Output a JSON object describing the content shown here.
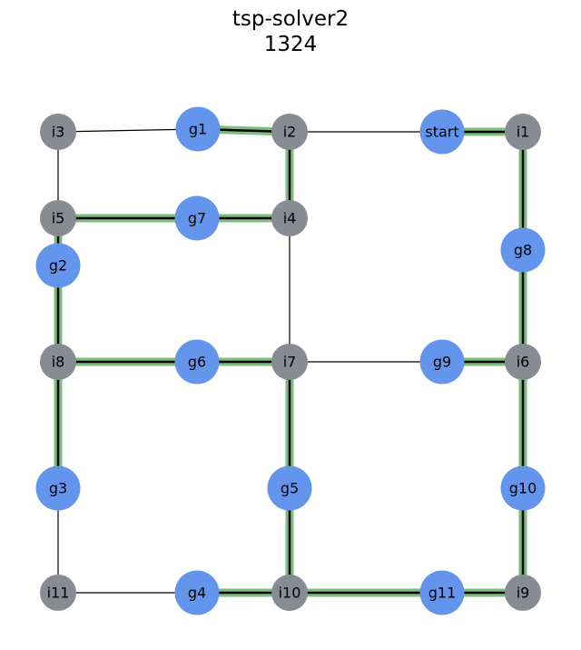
{
  "title": "tsp-solver2",
  "subtitle": "1324",
  "colors": {
    "goal_node": "#6495ED",
    "waypoint_node": "#868B94",
    "route_highlight": "#7CBE7C",
    "edge": "#000000"
  },
  "nodes": [
    {
      "id": "start",
      "label": "start",
      "kind": "goal"
    },
    {
      "id": "i1",
      "label": "i1",
      "kind": "waypoint"
    },
    {
      "id": "i2",
      "label": "i2",
      "kind": "waypoint"
    },
    {
      "id": "i3",
      "label": "i3",
      "kind": "waypoint"
    },
    {
      "id": "i4",
      "label": "i4",
      "kind": "waypoint"
    },
    {
      "id": "i5",
      "label": "i5",
      "kind": "waypoint"
    },
    {
      "id": "i6",
      "label": "i6",
      "kind": "waypoint"
    },
    {
      "id": "i7",
      "label": "i7",
      "kind": "waypoint"
    },
    {
      "id": "i8",
      "label": "i8",
      "kind": "waypoint"
    },
    {
      "id": "i9",
      "label": "i9",
      "kind": "waypoint"
    },
    {
      "id": "i10",
      "label": "i10",
      "kind": "waypoint"
    },
    {
      "id": "i11",
      "label": "i11",
      "kind": "waypoint"
    },
    {
      "id": "g1",
      "label": "g1",
      "kind": "goal"
    },
    {
      "id": "g2",
      "label": "g2",
      "kind": "goal"
    },
    {
      "id": "g3",
      "label": "g3",
      "kind": "goal"
    },
    {
      "id": "g4",
      "label": "g4",
      "kind": "goal"
    },
    {
      "id": "g5",
      "label": "g5",
      "kind": "goal"
    },
    {
      "id": "g6",
      "label": "g6",
      "kind": "goal"
    },
    {
      "id": "g7",
      "label": "g7",
      "kind": "goal"
    },
    {
      "id": "g8",
      "label": "g8",
      "kind": "goal"
    },
    {
      "id": "g9",
      "label": "g9",
      "kind": "goal"
    },
    {
      "id": "g10",
      "label": "g10",
      "kind": "goal"
    },
    {
      "id": "g11",
      "label": "g11",
      "kind": "goal"
    }
  ],
  "edges": [
    {
      "from": "i3",
      "to": "g1",
      "route": false
    },
    {
      "from": "g1",
      "to": "i2",
      "route": true
    },
    {
      "from": "i2",
      "to": "start",
      "route": false
    },
    {
      "from": "start",
      "to": "i1",
      "route": true
    },
    {
      "from": "i3",
      "to": "i5",
      "route": false
    },
    {
      "from": "i2",
      "to": "i4",
      "route": true
    },
    {
      "from": "i1",
      "to": "g8",
      "route": true
    },
    {
      "from": "i5",
      "to": "g7",
      "route": true
    },
    {
      "from": "g7",
      "to": "i4",
      "route": true
    },
    {
      "from": "i5",
      "to": "g2",
      "route": true
    },
    {
      "from": "g2",
      "to": "i8",
      "route": true
    },
    {
      "from": "i4",
      "to": "i7",
      "route": false
    },
    {
      "from": "g8",
      "to": "i6",
      "route": true
    },
    {
      "from": "i8",
      "to": "g6",
      "route": true
    },
    {
      "from": "g6",
      "to": "i7",
      "route": true
    },
    {
      "from": "i7",
      "to": "g9",
      "route": false
    },
    {
      "from": "g9",
      "to": "i6",
      "route": true
    },
    {
      "from": "i8",
      "to": "g3",
      "route": true
    },
    {
      "from": "i7",
      "to": "g5",
      "route": true
    },
    {
      "from": "i6",
      "to": "g10",
      "route": true
    },
    {
      "from": "g3",
      "to": "i11",
      "route": false
    },
    {
      "from": "g5",
      "to": "i10",
      "route": true
    },
    {
      "from": "g10",
      "to": "i9",
      "route": true
    },
    {
      "from": "i11",
      "to": "g4",
      "route": false
    },
    {
      "from": "g4",
      "to": "i10",
      "route": true
    },
    {
      "from": "i10",
      "to": "g11",
      "route": true
    },
    {
      "from": "g11",
      "to": "i9",
      "route": true
    }
  ]
}
